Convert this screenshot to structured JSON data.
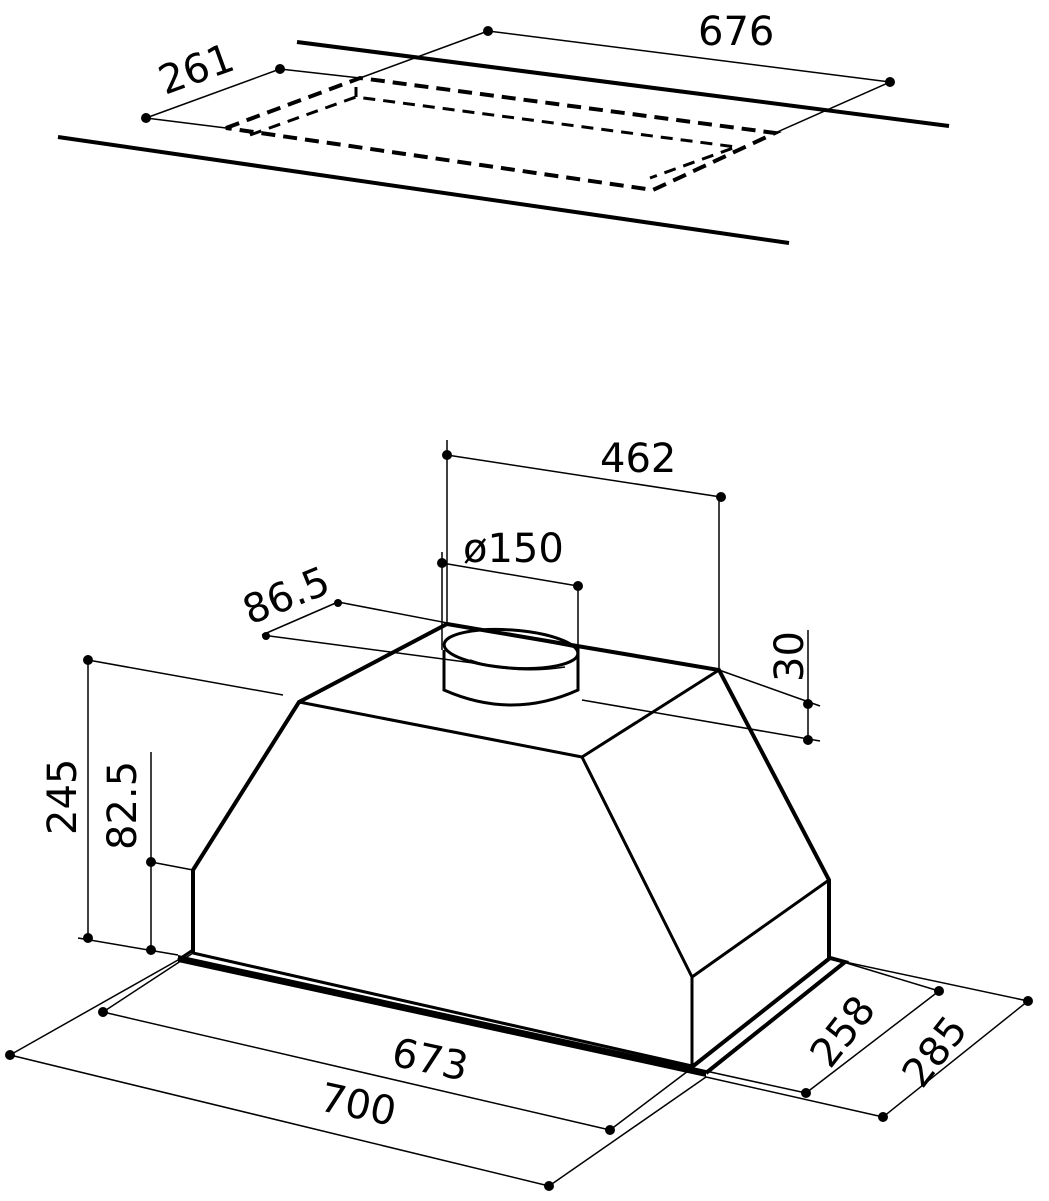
{
  "cutout_dimensions": {
    "width": "676",
    "depth": "261"
  },
  "hood_dimensions": {
    "outlet_offset": "462",
    "outlet_diameter": "ø150",
    "outlet_setback": "86.5",
    "outlet_height": "30",
    "total_height": "245",
    "front_height": "82.5",
    "inner_width": "673",
    "outer_width": "700",
    "inner_depth": "258",
    "outer_depth": "285"
  },
  "colors": {
    "line": "#000000",
    "background": "#ffffff"
  }
}
